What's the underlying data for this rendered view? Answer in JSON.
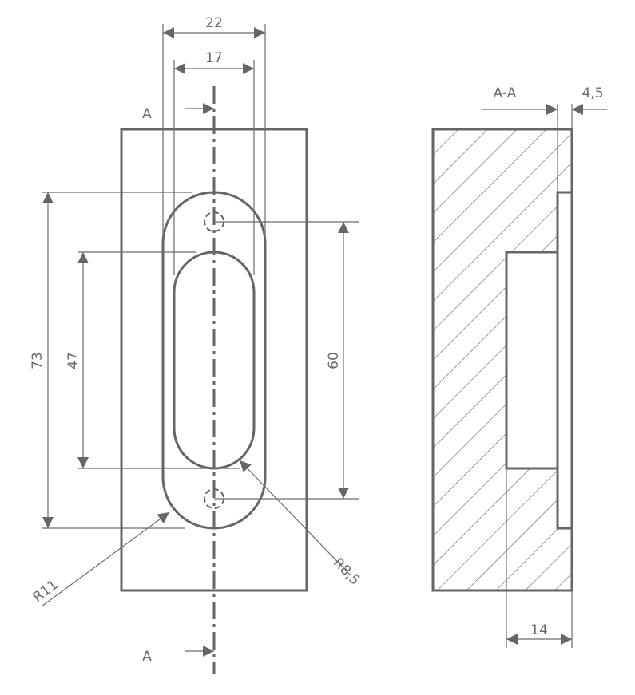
{
  "front_view": {
    "dims": {
      "width_outer": "22",
      "width_inner": "17",
      "length_outer": "73",
      "length_inner": "47",
      "hole_spacing": "60",
      "radius_outer": "R11",
      "radius_inner": "R8,5"
    },
    "section_marks": [
      "A",
      "A"
    ]
  },
  "section_view": {
    "title": "A-A",
    "dims": {
      "lip_depth": "4,5",
      "pocket_depth": "14"
    }
  }
}
